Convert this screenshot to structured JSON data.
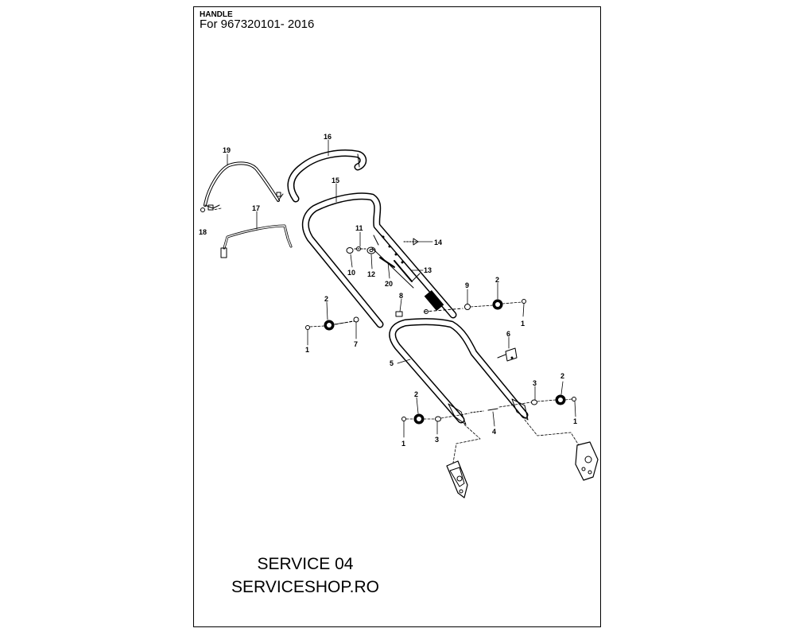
{
  "header": {
    "title": "HANDLE",
    "subtitle": "For 967320101- 2016"
  },
  "callouts": [
    "1",
    "1",
    "1",
    "1",
    "2",
    "2",
    "2",
    "2",
    "3",
    "3",
    "4",
    "5",
    "6",
    "7",
    "8",
    "9",
    "10",
    "11",
    "12",
    "13",
    "14",
    "15",
    "16",
    "17",
    "18",
    "19",
    "20"
  ],
  "footer": {
    "line1": "SERVICE 04",
    "line2": "SERVICESHOP.RO"
  }
}
